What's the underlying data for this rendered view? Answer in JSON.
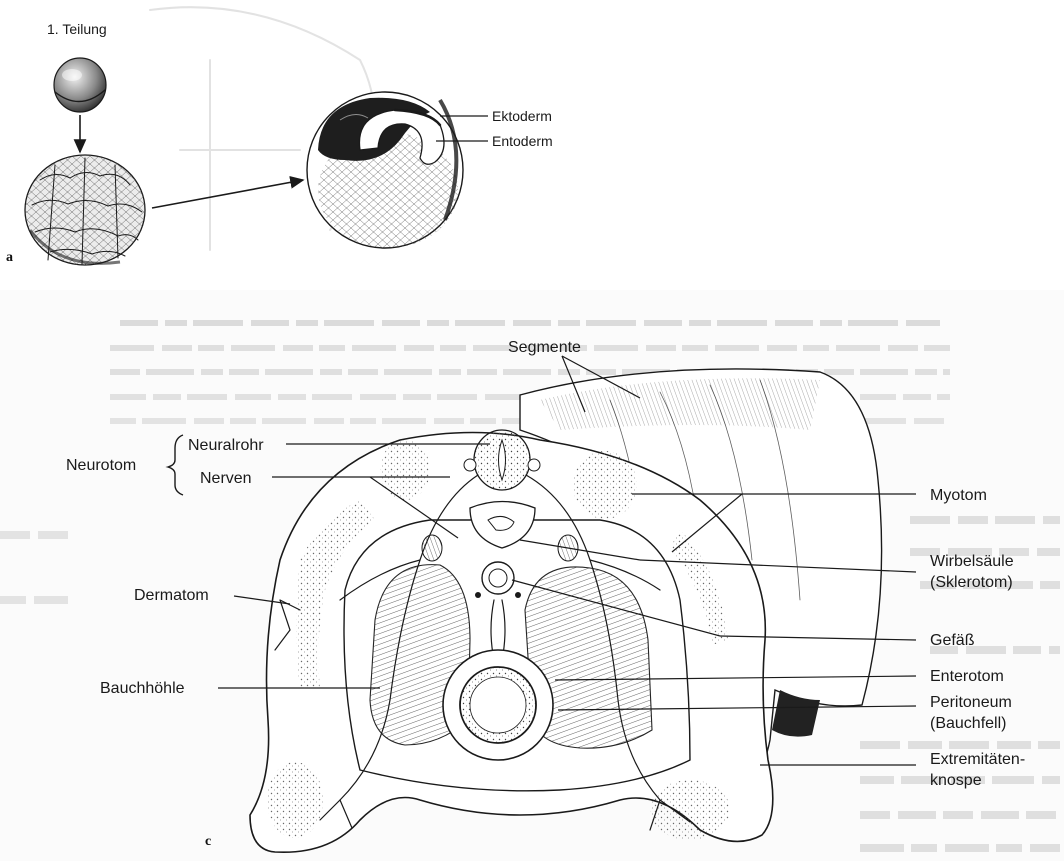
{
  "panel_a": {
    "letter": "a",
    "first_division": "1. Teilung",
    "labels": {
      "ectoderm": "Ektoderm",
      "endoderm": "Entoderm"
    }
  },
  "panel_c": {
    "letter": "c",
    "labels": {
      "segments": "Segmente",
      "neurotome": "Neurotom",
      "neural_tube": "Neuralrohr",
      "nerves": "Nerven",
      "dermatome": "Dermatom",
      "abdominal_cavity": "Bauchhöhle",
      "myotome": "Myotom",
      "spine_line1": "Wirbelsäule",
      "spine_line2": "(Sklerotom)",
      "vessel": "Gefäß",
      "enterotome": "Enterotom",
      "peritoneum_line1": "Peritoneum",
      "peritoneum_line2": "(Bauchfell)",
      "limb_bud_line1": "Extremitäten-",
      "limb_bud_line2": "knospe"
    }
  },
  "colors": {
    "ink": "#1a1a1a",
    "paper": "#ffffff",
    "bleed_through": "#9a9a9a"
  }
}
